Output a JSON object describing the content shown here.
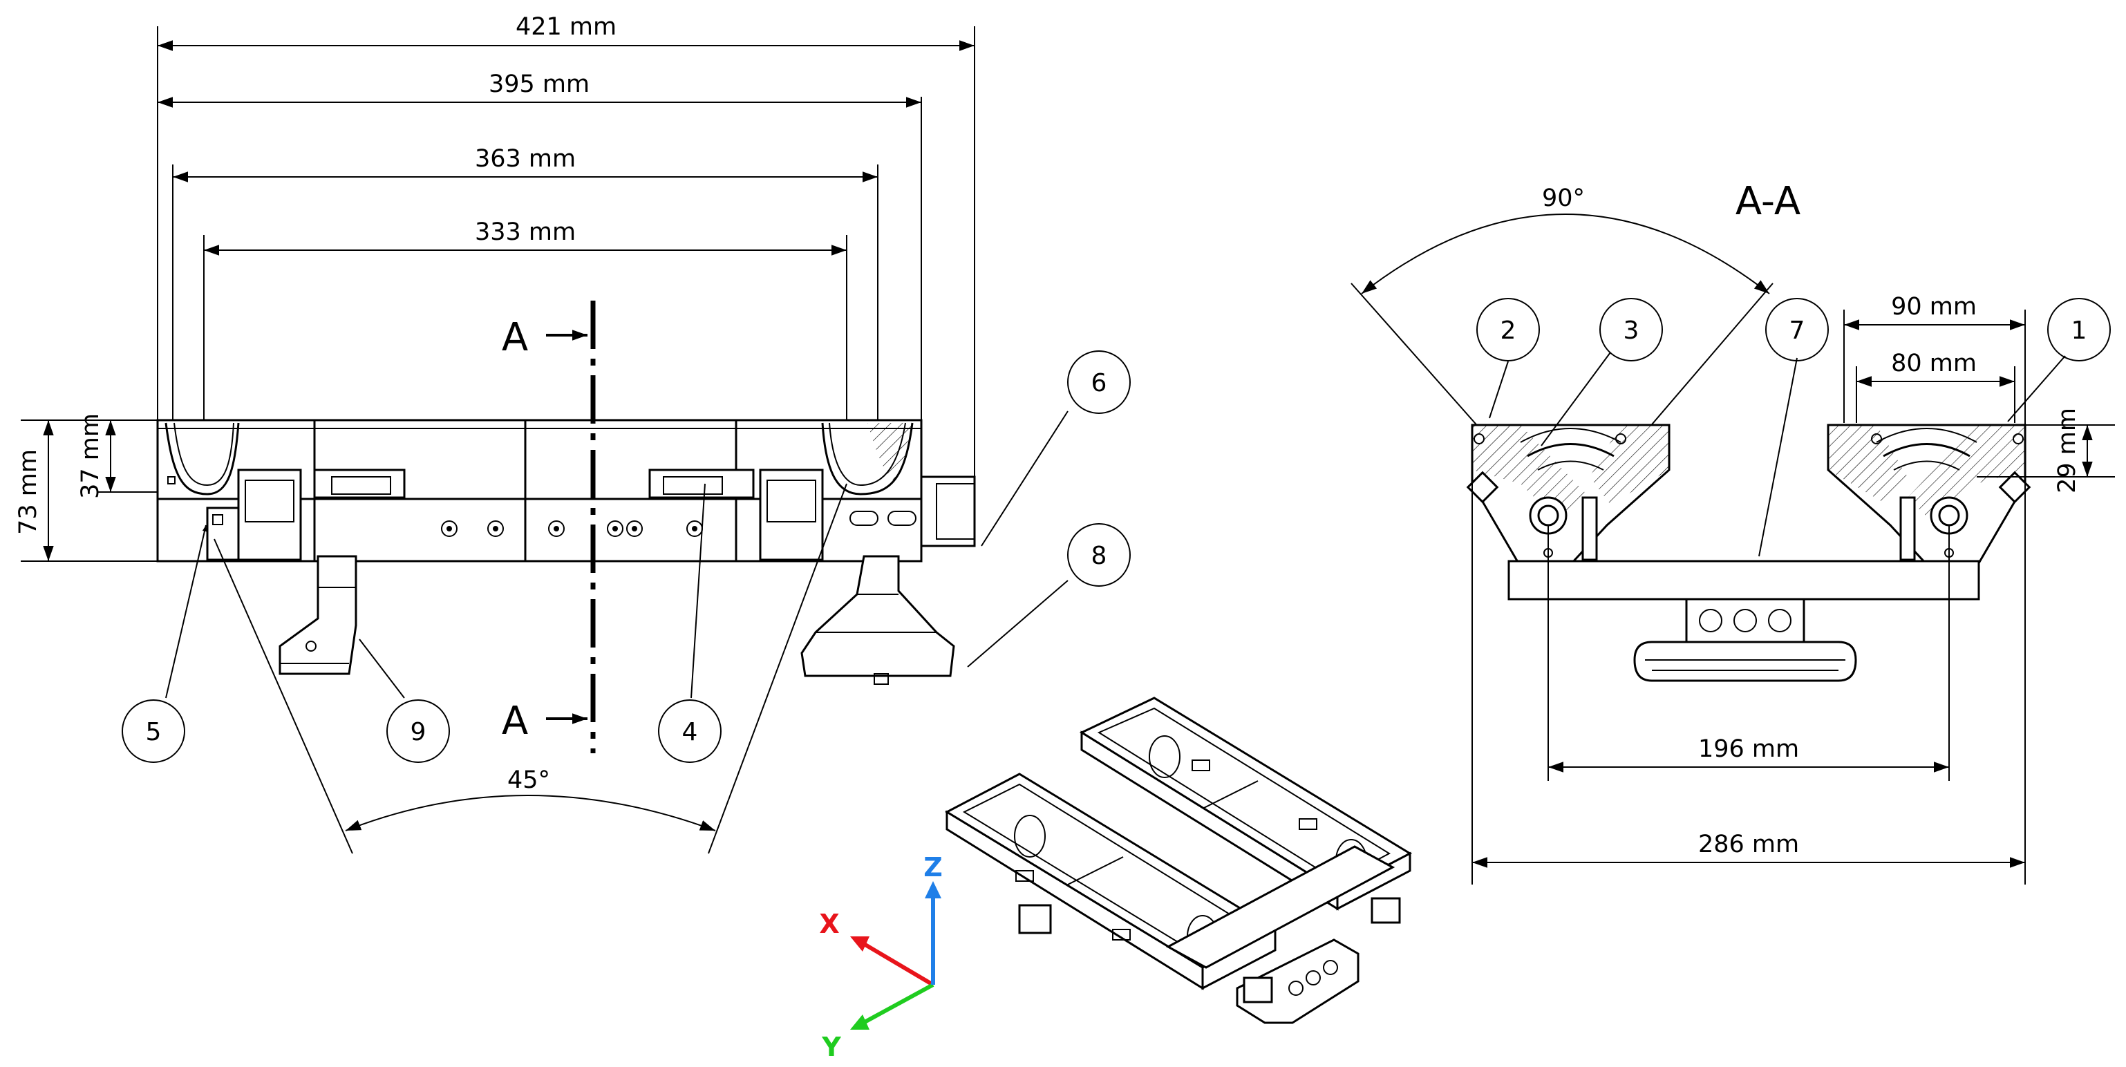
{
  "dimensions": {
    "width_421": "421 mm",
    "width_395": "395 mm",
    "width_363": "363 mm",
    "width_333": "333 mm",
    "height_73": "73 mm",
    "height_37": "37 mm",
    "angle_45": "45°",
    "angle_90": "90°",
    "width_90": "90 mm",
    "width_80": "80 mm",
    "height_29": "29 mm",
    "width_196": "196 mm",
    "width_286": "286 mm"
  },
  "section": {
    "title": "A-A",
    "marker_top": "A",
    "marker_bottom": "A"
  },
  "callouts": [
    "1",
    "2",
    "3",
    "4",
    "5",
    "6",
    "7",
    "8",
    "9"
  ],
  "axes": {
    "x_label": "X",
    "y_label": "Y",
    "z_label": "Z",
    "colors": {
      "x": "#e8141b",
      "y": "#1fcc1f",
      "z": "#1f7fe8"
    }
  }
}
